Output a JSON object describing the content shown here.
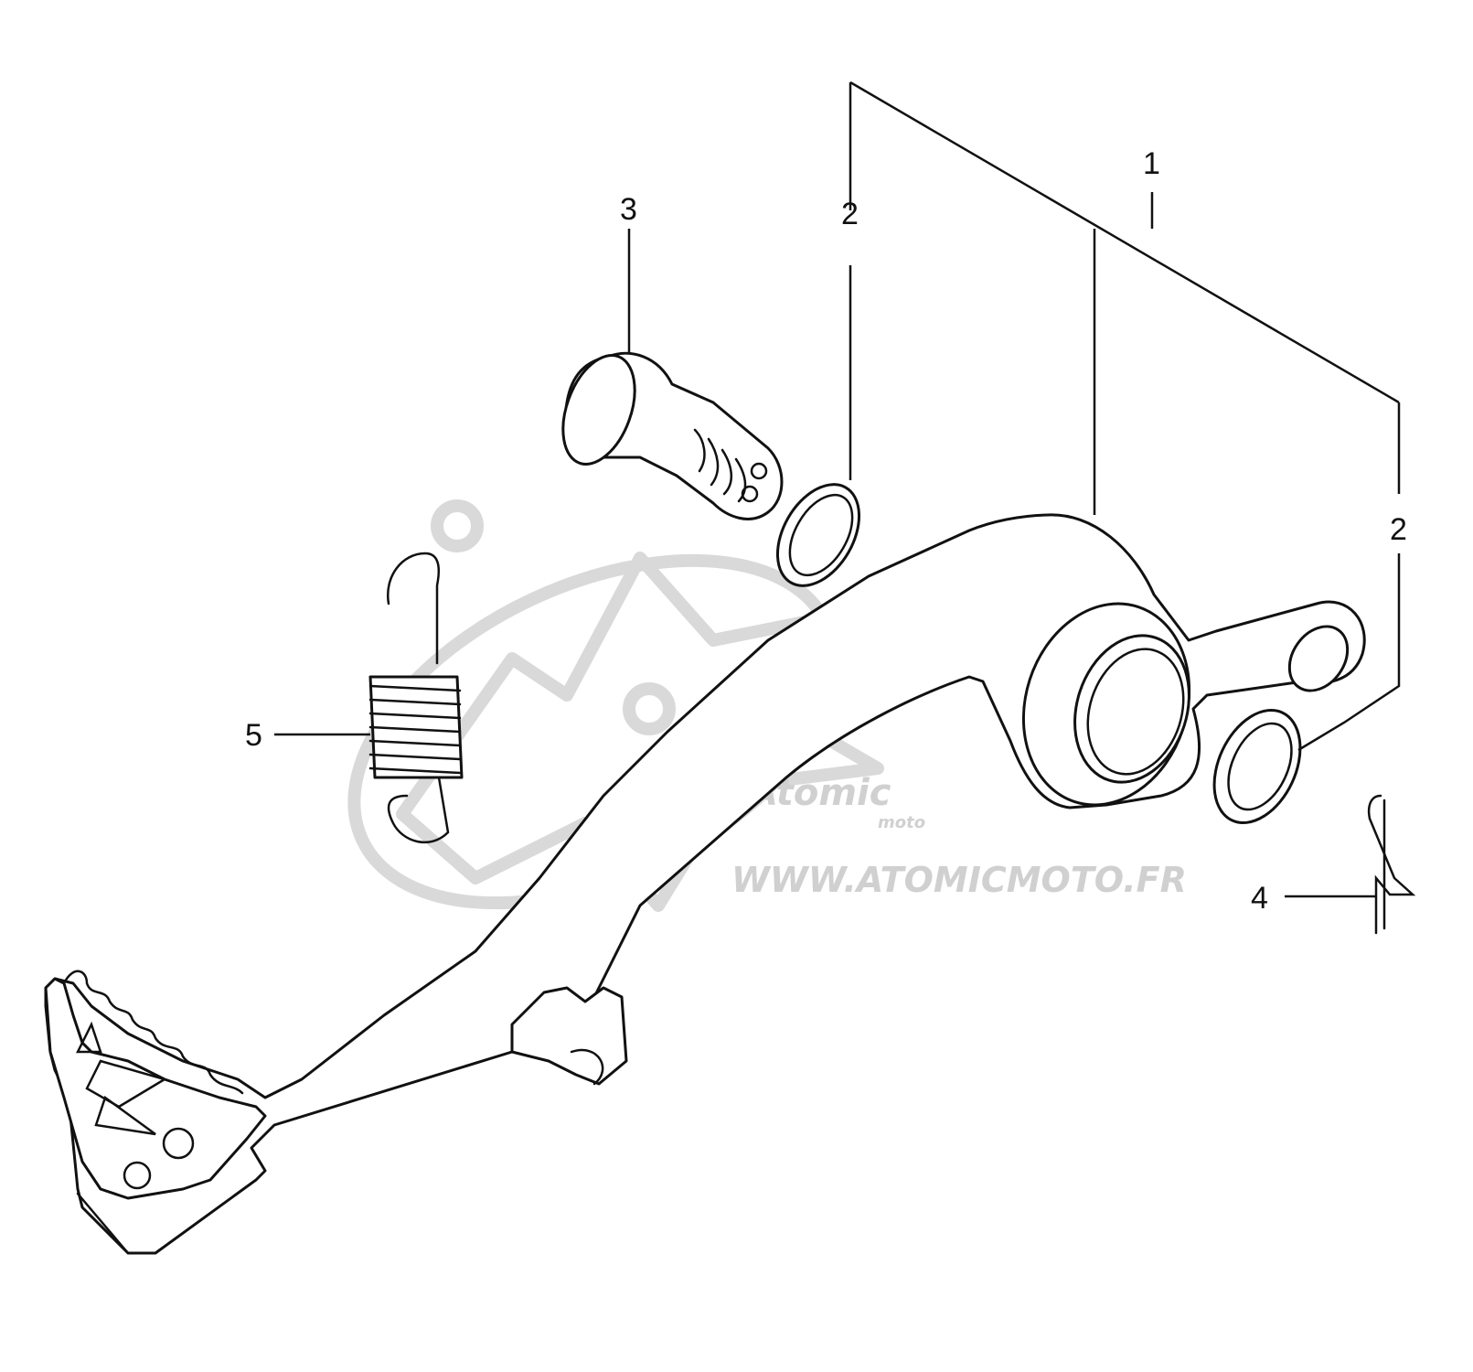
{
  "watermark": {
    "brand": "Atomic",
    "sub": "moto",
    "url": "WWW.ATOMICMOTO.FR"
  },
  "callouts": [
    {
      "id": "1",
      "label": "1",
      "part": "brake-pedal"
    },
    {
      "id": "2a",
      "label": "2",
      "part": "bushing-ring"
    },
    {
      "id": "2b",
      "label": "2",
      "part": "bushing-ring"
    },
    {
      "id": "3",
      "label": "3",
      "part": "pivot-bolt"
    },
    {
      "id": "4",
      "label": "4",
      "part": "cotter-pin"
    },
    {
      "id": "5",
      "label": "5",
      "part": "return-spring"
    }
  ],
  "colors": {
    "line": "#111111",
    "watermark": "#d0d0d0",
    "background": "#ffffff"
  }
}
